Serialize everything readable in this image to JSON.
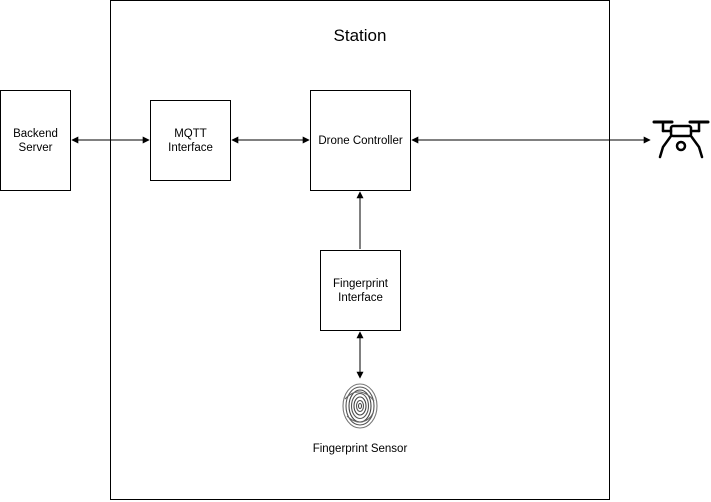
{
  "diagram": {
    "container": {
      "title": "Station"
    },
    "nodes": {
      "backend_server": {
        "line1": "Backend",
        "line2": "Server"
      },
      "mqtt_interface": {
        "line1": "MQTT",
        "line2": "Interface"
      },
      "drone_controller": {
        "line1": "Drone Controller"
      },
      "fingerprint_interface": {
        "line1": "Fingerprint",
        "line2": "Interface"
      },
      "fingerprint_sensor": {
        "label": "Fingerprint Sensor"
      }
    },
    "edges": [
      {
        "from": "backend_server",
        "to": "mqtt_interface",
        "direction": "both"
      },
      {
        "from": "mqtt_interface",
        "to": "drone_controller",
        "direction": "both"
      },
      {
        "from": "drone_controller",
        "to": "drone",
        "direction": "both"
      },
      {
        "from": "fingerprint_interface",
        "to": "drone_controller",
        "direction": "forward"
      },
      {
        "from": "fingerprint_interface",
        "to": "fingerprint_sensor",
        "direction": "both"
      }
    ],
    "icons": {
      "drone": "drone-icon",
      "fingerprint": "fingerprint-icon"
    },
    "colors": {
      "stroke": "#000000",
      "background": "#ffffff",
      "fingerprint": "#555555"
    }
  }
}
